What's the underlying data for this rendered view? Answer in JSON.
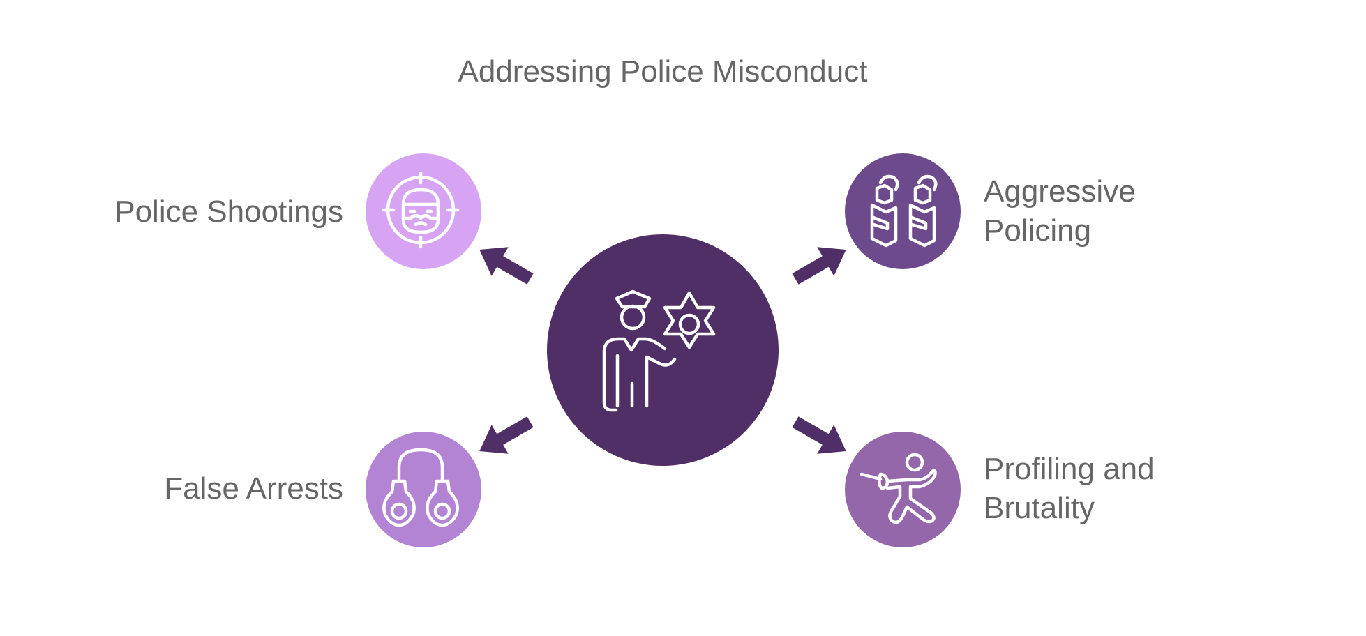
{
  "title": "Addressing Police Misconduct",
  "center": {
    "icon": "police-officer-badge-icon",
    "color": "#4f2f66"
  },
  "nodes": [
    {
      "id": "police-shootings",
      "label": "Police Shootings",
      "icon": "target-masked-face-icon",
      "color": "#d7a4f4",
      "position": "top-left"
    },
    {
      "id": "aggressive-policing",
      "label_line1": "Aggressive",
      "label_line2": "Policing",
      "icon": "riot-shields-icon",
      "color": "#6c4a8b",
      "position": "top-right"
    },
    {
      "id": "false-arrests",
      "label": "False Arrests",
      "icon": "handcuffs-icon",
      "color": "#b384d3",
      "position": "bottom-left"
    },
    {
      "id": "profiling-brutality",
      "label_line1": "Profiling and",
      "label_line2": "Brutality",
      "icon": "fencer-icon",
      "color": "#9467ab",
      "position": "bottom-right"
    }
  ],
  "colors": {
    "arrow": "#4f2f66",
    "text": "#666666",
    "background": "#ffffff"
  }
}
